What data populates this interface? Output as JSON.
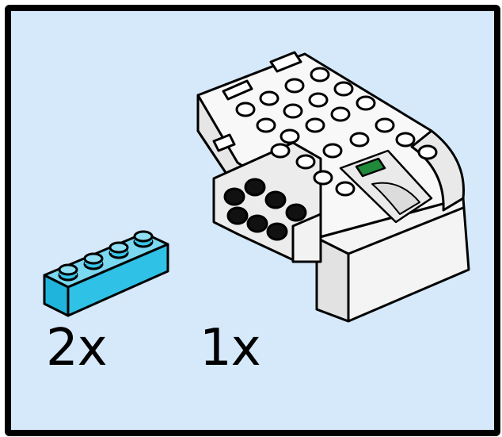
{
  "panel": {
    "background": "#d5e9fa",
    "border": "#000000"
  },
  "parts": [
    {
      "name": "light-blue-1x4-brick",
      "color": "#2fc1e6",
      "quantity": "2x",
      "icon": "brick-1x4-icon"
    },
    {
      "name": "smart-hub",
      "color": "#f2f2f2",
      "quantity": "1x",
      "icon": "hub-icon",
      "indicator_color": "#1f8a3a"
    }
  ]
}
